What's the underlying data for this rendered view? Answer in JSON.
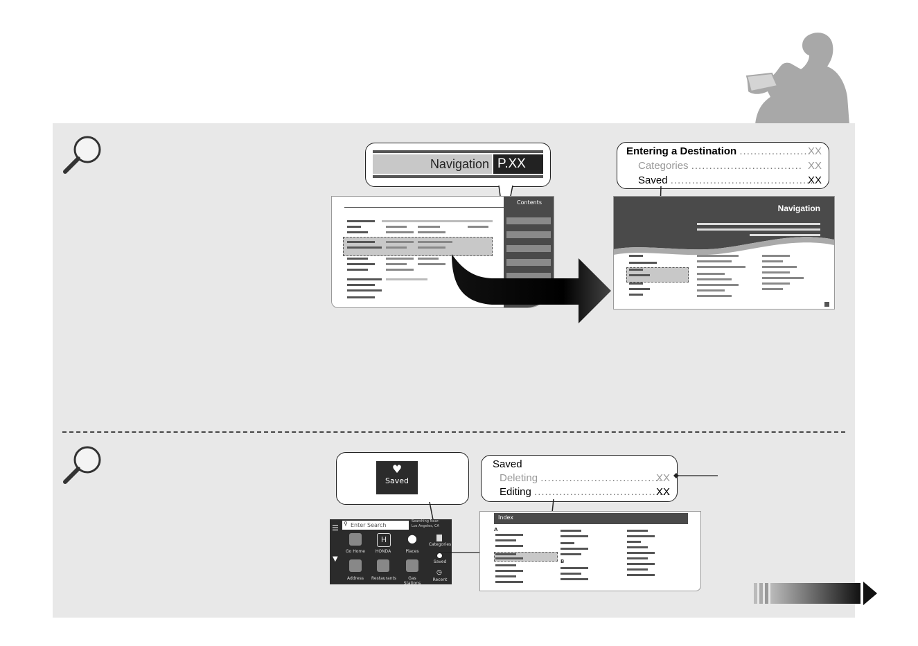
{
  "section1": {
    "nav_tab_label": "Navigation",
    "page_ref": "P.XX",
    "contents_tab": "Contents",
    "chapter_title": "Navigation",
    "toc": [
      {
        "label": "Entering a Destination",
        "page": "XX"
      },
      {
        "label": "Categories",
        "page": "XX"
      },
      {
        "label": "Saved",
        "page": "XX"
      }
    ]
  },
  "section2": {
    "saved_button_label": "Saved",
    "index_header": "Index",
    "index_letter_a": "A",
    "index_letter_b": "B",
    "index_entry": {
      "title": "Saved",
      "subs": [
        {
          "label": "Deleting",
          "page": "XX"
        },
        {
          "label": "Editing",
          "page": "XX"
        }
      ]
    },
    "screen": {
      "search_placeholder": "Enter Search",
      "searching_near": "Searching Near:",
      "location": "Los Angeles, CA",
      "icons": [
        "Go Home",
        "HONDA",
        "Places",
        "Address",
        "Restaurants",
        "Gas Stations"
      ],
      "side": [
        "Categories",
        "Saved",
        "Recent"
      ]
    }
  },
  "colors": {
    "panel": "#e8e8e8",
    "dark": "#4a4a4a",
    "mid": "#8a8a8a",
    "highlight": "#c8c8c8"
  }
}
